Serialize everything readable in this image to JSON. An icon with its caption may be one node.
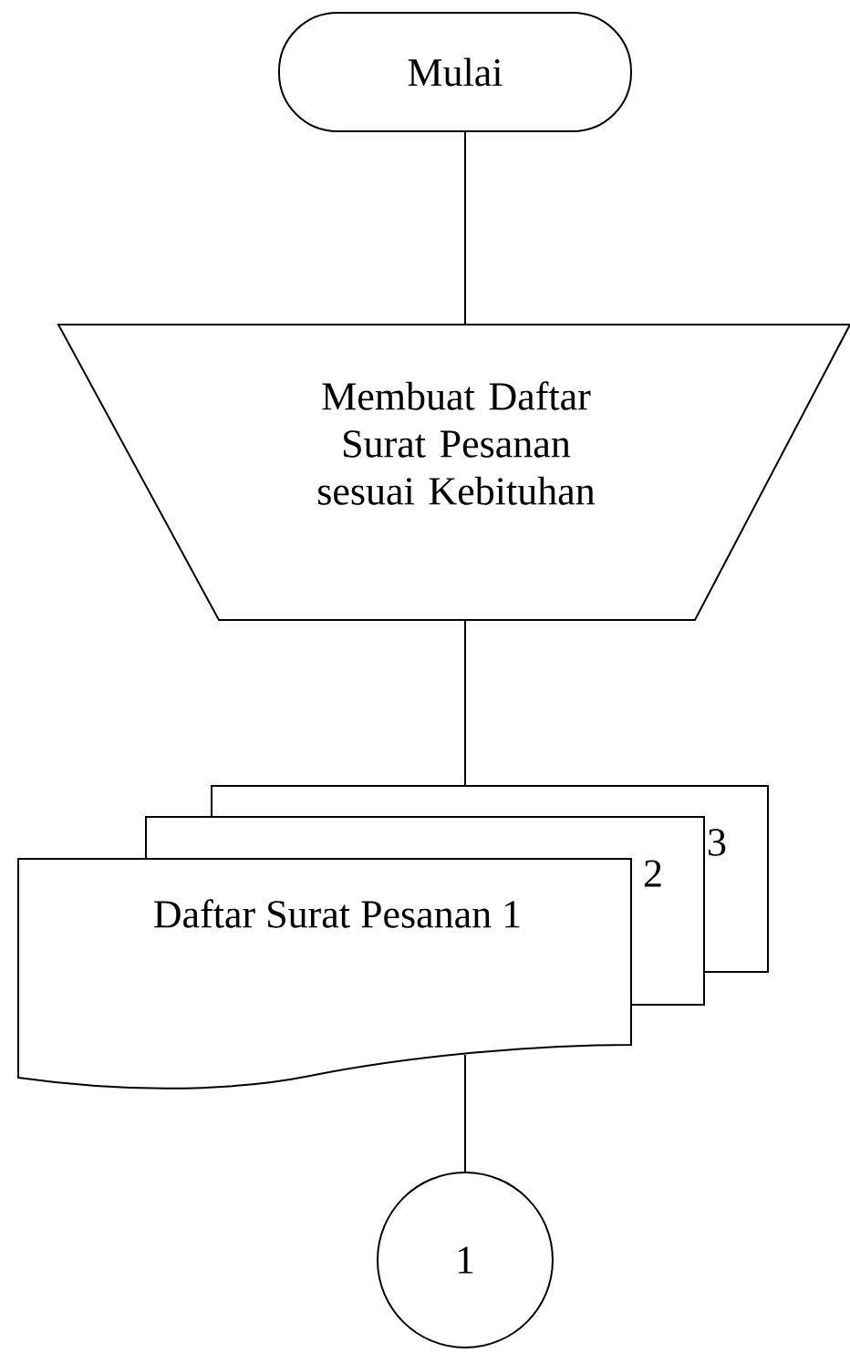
{
  "diagram": {
    "nodes": [
      {
        "text": [
          "Mulai"
        ]
      },
      {
        "text": [
          "Membuat Daftar Surat Pesanan sesuai Kebituhan"
        ]
      },
      {
        "text": [
          "Daftar Surat Pesanan 1",
          "2",
          "3"
        ]
      },
      {
        "text": [
          "1"
        ]
      }
    ],
    "edges": [
      {
        "from": 0,
        "to": 1,
        "arrow": "none"
      },
      {
        "from": 1,
        "to": 2,
        "arrow": "none"
      },
      {
        "from": 2,
        "to": 3,
        "arrow": "none"
      }
    ]
  }
}
